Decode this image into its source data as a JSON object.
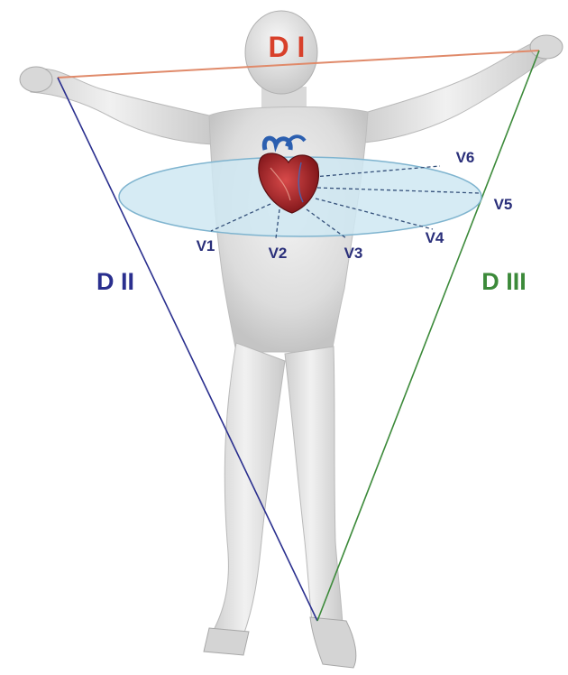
{
  "diagram": {
    "labels": {
      "lead_i": "D I",
      "lead_ii": "D II",
      "lead_iii": "D III"
    },
    "precordial_leads": [
      "V1",
      "V2",
      "V3",
      "V4",
      "V5",
      "V6"
    ],
    "colors": {
      "lead_i_line": "#e08a6a",
      "lead_i_text": "#d8402a",
      "lead_ii": "#2a2f8e",
      "lead_iii": "#3c8a3a",
      "precordial_text": "#2a2f7a",
      "plane_fill": "#cfe7f2",
      "plane_stroke": "#7fb4cf",
      "heart": "#b1242a",
      "vessels": "#2b5fb0",
      "body": "#e6e6e6"
    }
  }
}
